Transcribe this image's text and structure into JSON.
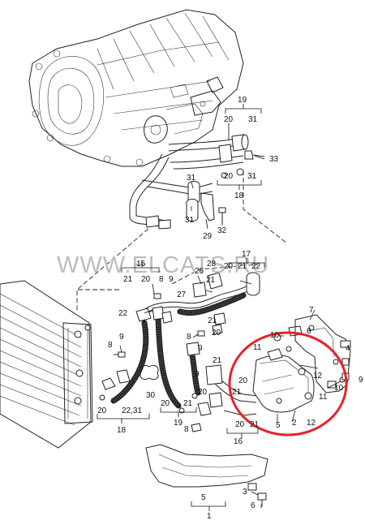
{
  "watermark": "WWW.ELCATS.RU",
  "callouts": [
    {
      "id": "c19a",
      "text": "19"
    },
    {
      "id": "c20a",
      "text": "20"
    },
    {
      "id": "c31a",
      "text": "31"
    },
    {
      "id": "c33",
      "text": "33"
    },
    {
      "id": "c31b",
      "text": "31"
    },
    {
      "id": "c20b",
      "text": "20"
    },
    {
      "id": "c31c",
      "text": "31"
    },
    {
      "id": "c18a",
      "text": "18"
    },
    {
      "id": "c31d",
      "text": "31"
    },
    {
      "id": "c32",
      "text": "32"
    },
    {
      "id": "c29",
      "text": "29"
    },
    {
      "id": "c17",
      "text": "17"
    },
    {
      "id": "c15",
      "text": "15"
    },
    {
      "id": "c8a",
      "text": "8"
    },
    {
      "id": "c9a",
      "text": "9"
    },
    {
      "id": "c21a",
      "text": "21"
    },
    {
      "id": "c20c",
      "text": "20"
    },
    {
      "id": "c26",
      "text": "26"
    },
    {
      "id": "c28",
      "text": "28"
    },
    {
      "id": "c20d",
      "text": "20"
    },
    {
      "id": "c21b",
      "text": "21"
    },
    {
      "id": "c22a",
      "text": "22"
    },
    {
      "id": "c21c",
      "text": "21"
    },
    {
      "id": "c27",
      "text": "27"
    },
    {
      "id": "c22b",
      "text": "22"
    },
    {
      "id": "c7",
      "text": "7"
    },
    {
      "id": "c21d",
      "text": "21"
    },
    {
      "id": "c20e",
      "text": "20"
    },
    {
      "id": "c10a",
      "text": "10"
    },
    {
      "id": "c11",
      "text": "11"
    },
    {
      "id": "c6",
      "text": "6"
    },
    {
      "id": "c9b",
      "text": "9"
    },
    {
      "id": "c8b",
      "text": "8"
    },
    {
      "id": "c8c",
      "text": "8"
    },
    {
      "id": "c9c",
      "text": "9"
    },
    {
      "id": "c21e",
      "text": "21"
    },
    {
      "id": "c12a",
      "text": "12"
    },
    {
      "id": "c4",
      "text": "4"
    },
    {
      "id": "c9d",
      "text": "9"
    },
    {
      "id": "c10b",
      "text": "10"
    },
    {
      "id": "c11b",
      "text": "11"
    },
    {
      "id": "c30",
      "text": "30"
    },
    {
      "id": "c9e",
      "text": "9"
    },
    {
      "id": "c20f",
      "text": "20"
    },
    {
      "id": "c2",
      "text": "2"
    },
    {
      "id": "c12b",
      "text": "12"
    },
    {
      "id": "c5a",
      "text": "5"
    },
    {
      "id": "c20g",
      "text": "20"
    },
    {
      "id": "c2231",
      "text": "22,31"
    },
    {
      "id": "c18b",
      "text": "18"
    },
    {
      "id": "c20h",
      "text": "20"
    },
    {
      "id": "c21f",
      "text": "21"
    },
    {
      "id": "c19b",
      "text": "19"
    },
    {
      "id": "c8d",
      "text": "8"
    },
    {
      "id": "c16",
      "text": "16"
    },
    {
      "id": "c20i",
      "text": "20"
    },
    {
      "id": "c21g",
      "text": "21"
    },
    {
      "id": "c5b",
      "text": "5"
    },
    {
      "id": "c1",
      "text": "1"
    },
    {
      "id": "c3",
      "text": "3"
    },
    {
      "id": "c6b",
      "text": "6"
    },
    {
      "id": "c20j",
      "text": "20"
    },
    {
      "id": "c21h",
      "text": "21"
    }
  ],
  "highlight": {
    "color": "#e8202a"
  }
}
